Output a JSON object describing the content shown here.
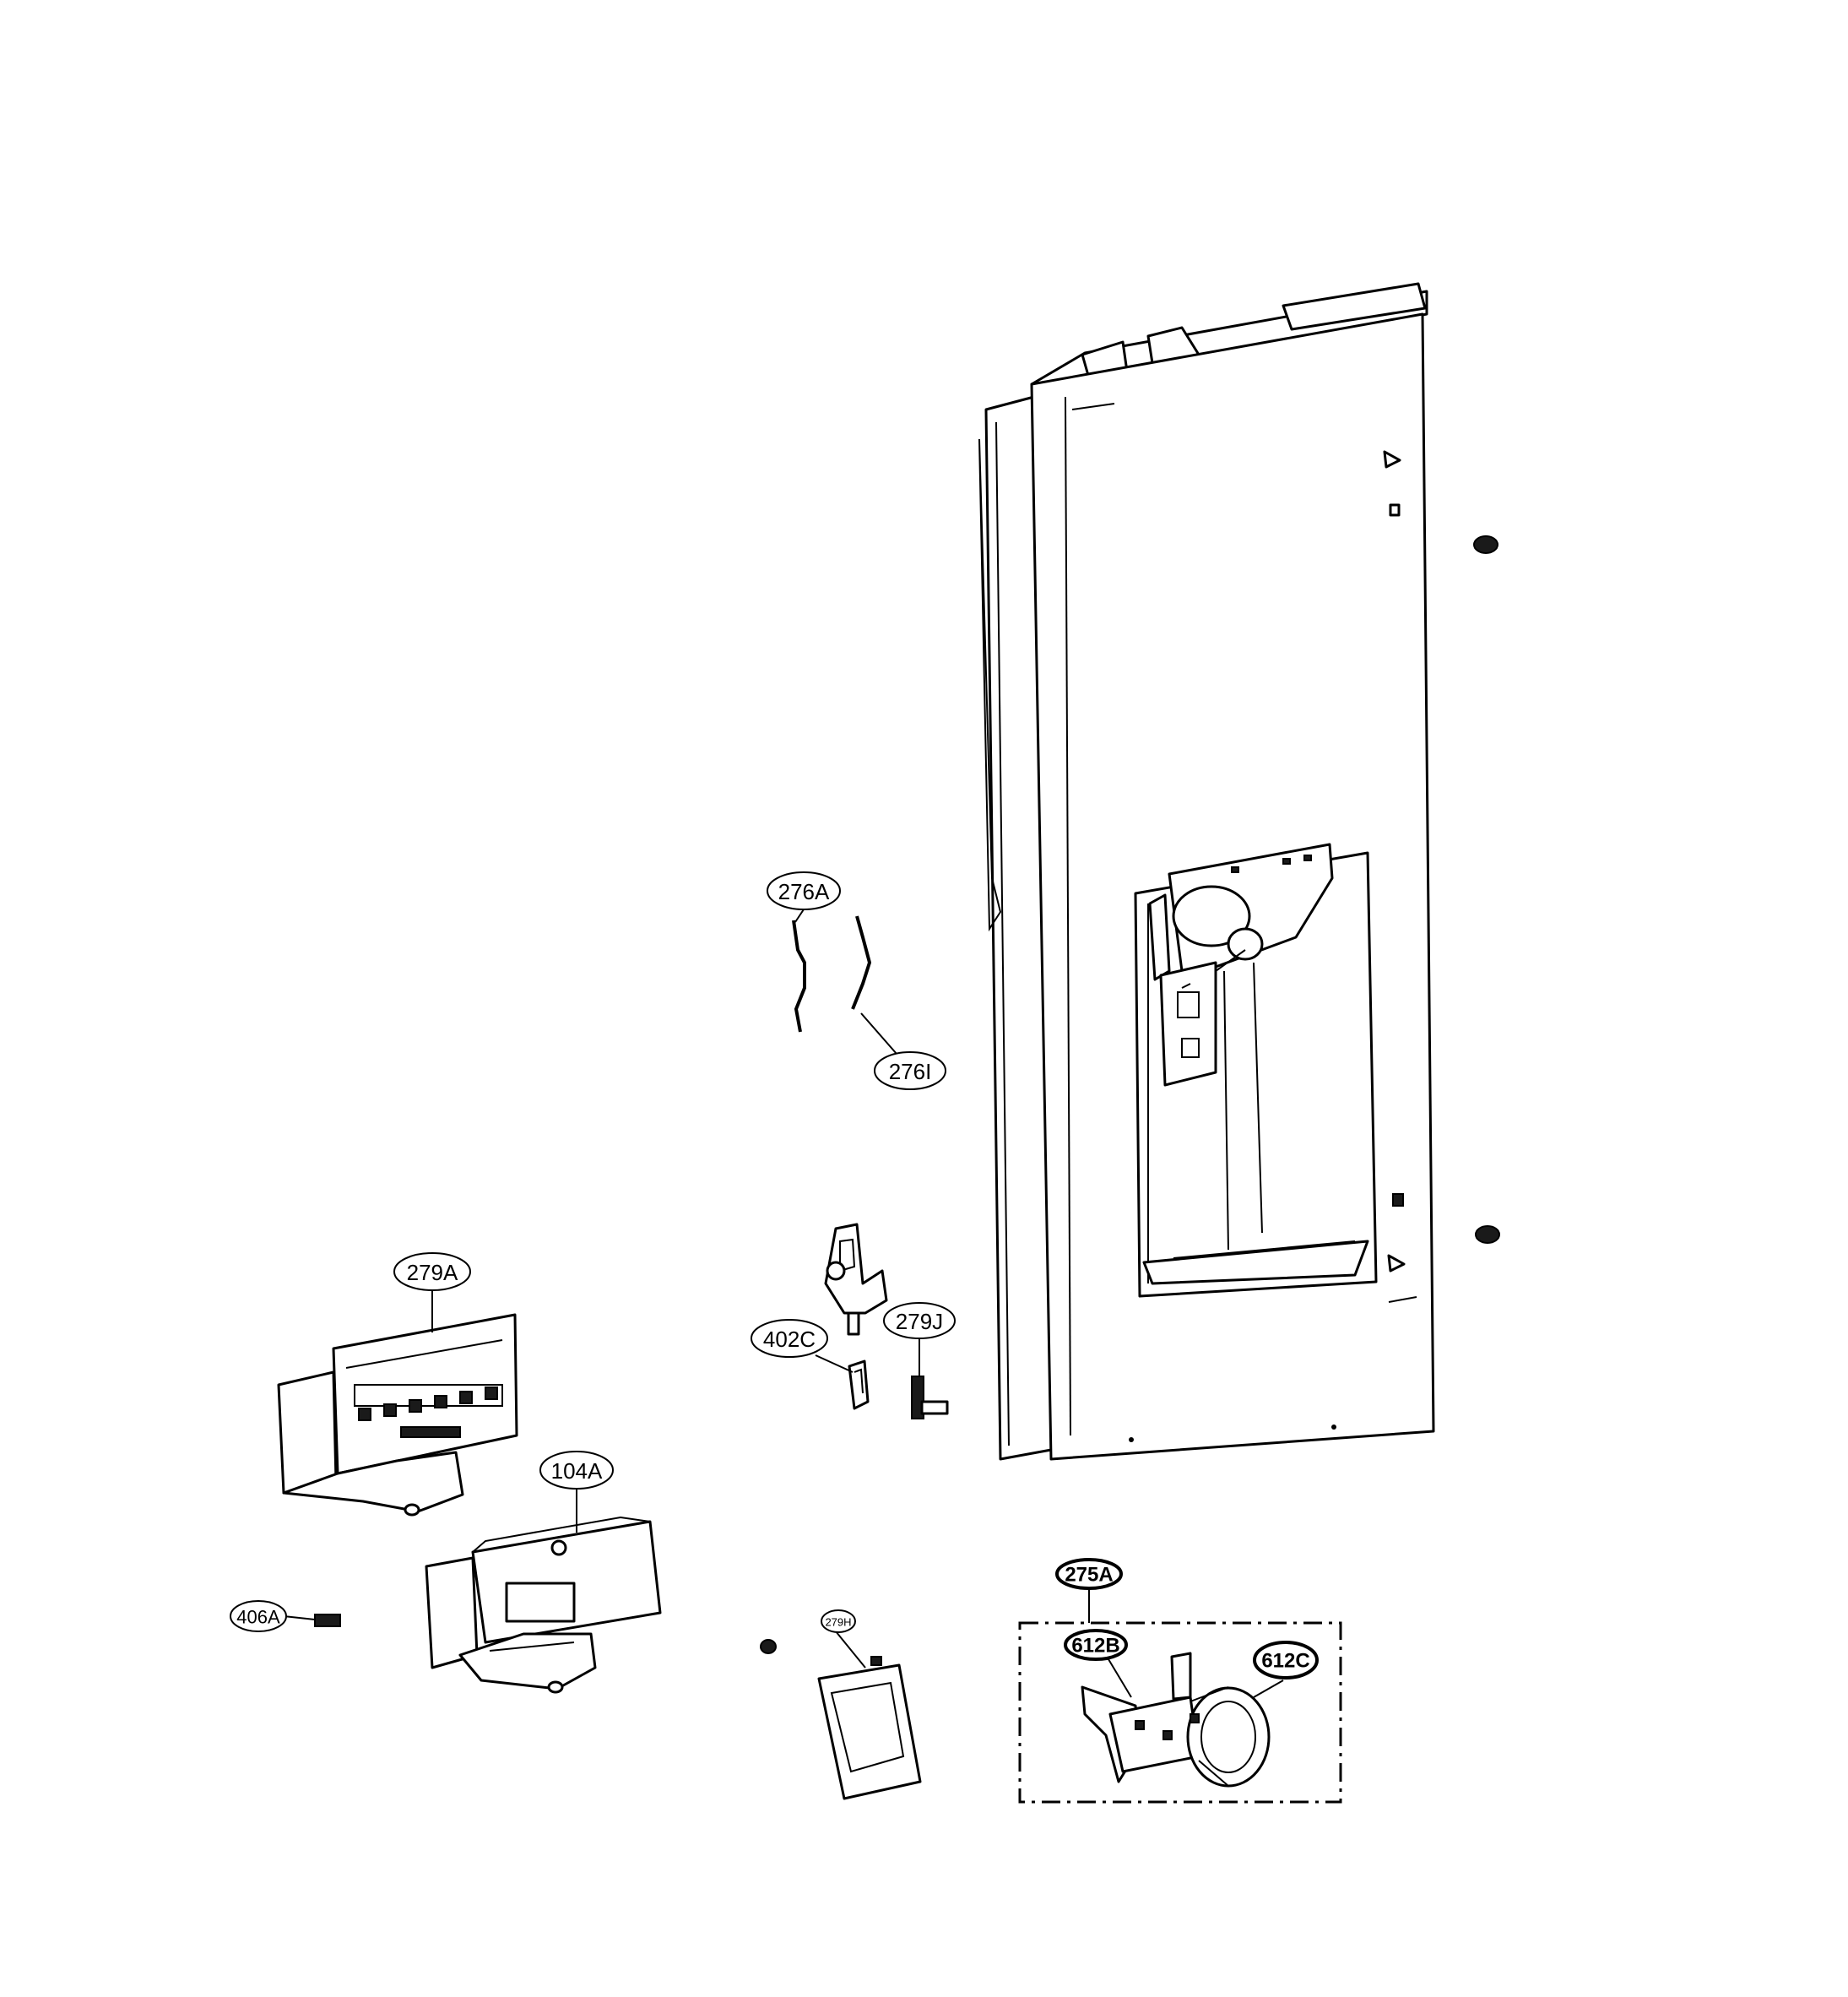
{
  "diagram": {
    "callouts": {
      "c276A": "276A",
      "c276I": "276I",
      "c279A": "279A",
      "c402C": "402C",
      "c279J": "279J",
      "c104A": "104A",
      "c406A": "406A",
      "c279H": "279H",
      "c275A": "275A",
      "c612B": "612B",
      "c612C": "612C"
    }
  }
}
